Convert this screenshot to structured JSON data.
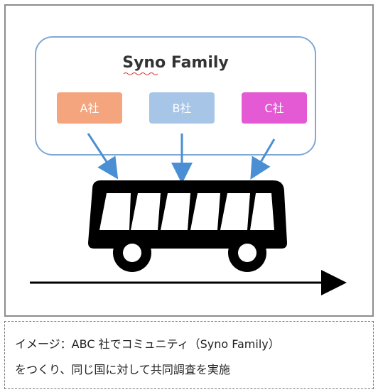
{
  "diagram": {
    "group_title": "Syno Family",
    "companies": [
      {
        "label": "A社",
        "color": "#f4a57e"
      },
      {
        "label": "B社",
        "color": "#a7c5e6"
      },
      {
        "label": "C社",
        "color": "#e45ad4"
      }
    ],
    "colors": {
      "group_border": "#7ea8d8",
      "arrow": "#4a8fd3",
      "bus": "#000000",
      "timeline": "#000000"
    }
  },
  "caption": {
    "line1": "イメージ：ABC 社でコミュニティ（Syno Family）",
    "line2": "をつくり、同じ国に対して共同調査を実施"
  }
}
